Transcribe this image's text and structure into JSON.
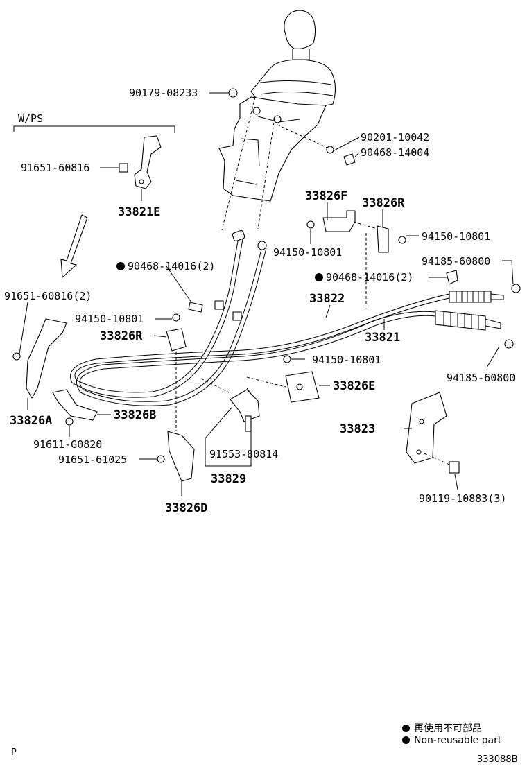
{
  "diagram": {
    "group_label": "W/PS",
    "parts": {
      "p90179_08233": "90179-08233",
      "p90201_10042": "90201-10042",
      "p90468_14004": "90468-14004",
      "p91651_60816": "91651-60816",
      "p33821E": "33821E",
      "p33826F": "33826F",
      "p33826R_top": "33826R",
      "p94150_10801_a": "94150-10801",
      "p94150_10801_b": "94150-10801",
      "p90468_14016_a": "90468-14016(2)",
      "p94185_60800_a": "94185-60800",
      "p90468_14016_b": "90468-14016(2)",
      "p91651_60816_2": "91651-60816(2)",
      "p33822": "33822",
      "p94150_10801_c": "94150-10801",
      "p33826R_mid": "33826R",
      "p33821": "33821",
      "p94150_10801_d": "94150-10801",
      "p94185_60800_b": "94185-60800",
      "p33826E": "33826E",
      "p33826A": "33826A",
      "p33826B": "33826B",
      "p33823": "33823",
      "p91611_G0820": "91611-G0820",
      "p91651_61025": "91651-61025",
      "p91553_80814": "91553-80814",
      "p33829": "33829",
      "p90119_10883": "90119-10883(3)",
      "p33826D": "33826D"
    }
  },
  "legend": {
    "jp": "再使用不可部品",
    "en": "Non-reusable part"
  },
  "footer": {
    "left_code": "P",
    "diagram_id": "333088B"
  }
}
